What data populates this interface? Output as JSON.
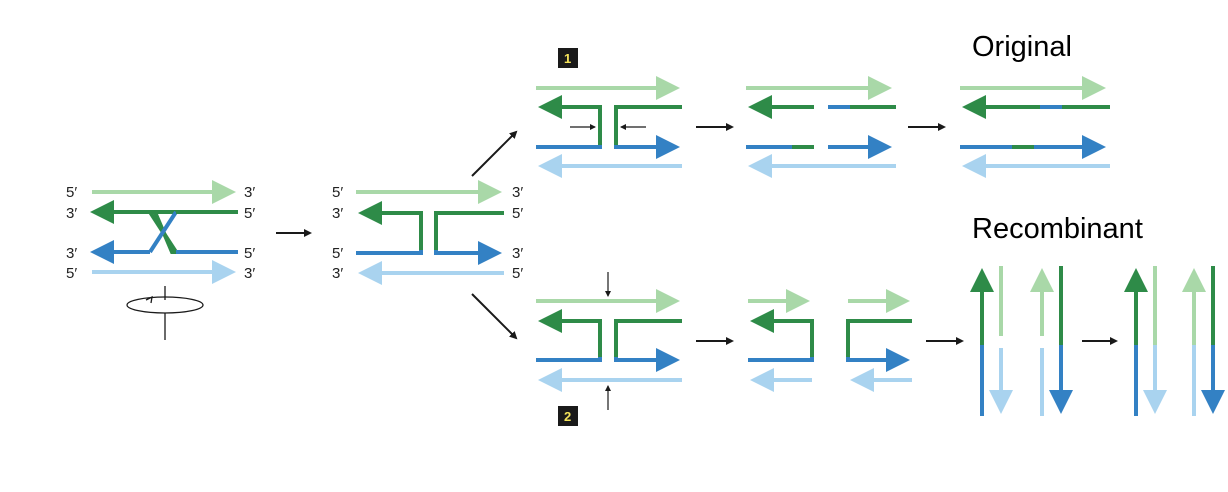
{
  "colors": {
    "dark_green": "#2e8b48",
    "light_green": "#a9d8a8",
    "dark_blue": "#3381c4",
    "light_blue": "#a9d3ef",
    "arrow": "#1a1a1a",
    "badge": "#1a1a1a"
  },
  "labels": {
    "stage1": {
      "top_left": "5′",
      "top_right": "3′",
      "second_left": "3′",
      "second_right": "5′",
      "third_left": "3′",
      "third_right": "5′",
      "bottom_left": "5′",
      "bottom_right": "3′"
    },
    "stage2": {
      "top_left": "5′",
      "top_right": "3′",
      "second_left": "3′",
      "second_right": "5′",
      "third_left": "5′",
      "third_right": "3′",
      "bottom_left": "3′",
      "bottom_right": "5′"
    }
  },
  "headings": {
    "original": "Original",
    "recombinant": "Recombinant"
  },
  "badges": {
    "top": "1",
    "bottom": "2"
  },
  "icons": {
    "rotation": "rotation-axis-icon",
    "flow": "arrow-icon"
  }
}
